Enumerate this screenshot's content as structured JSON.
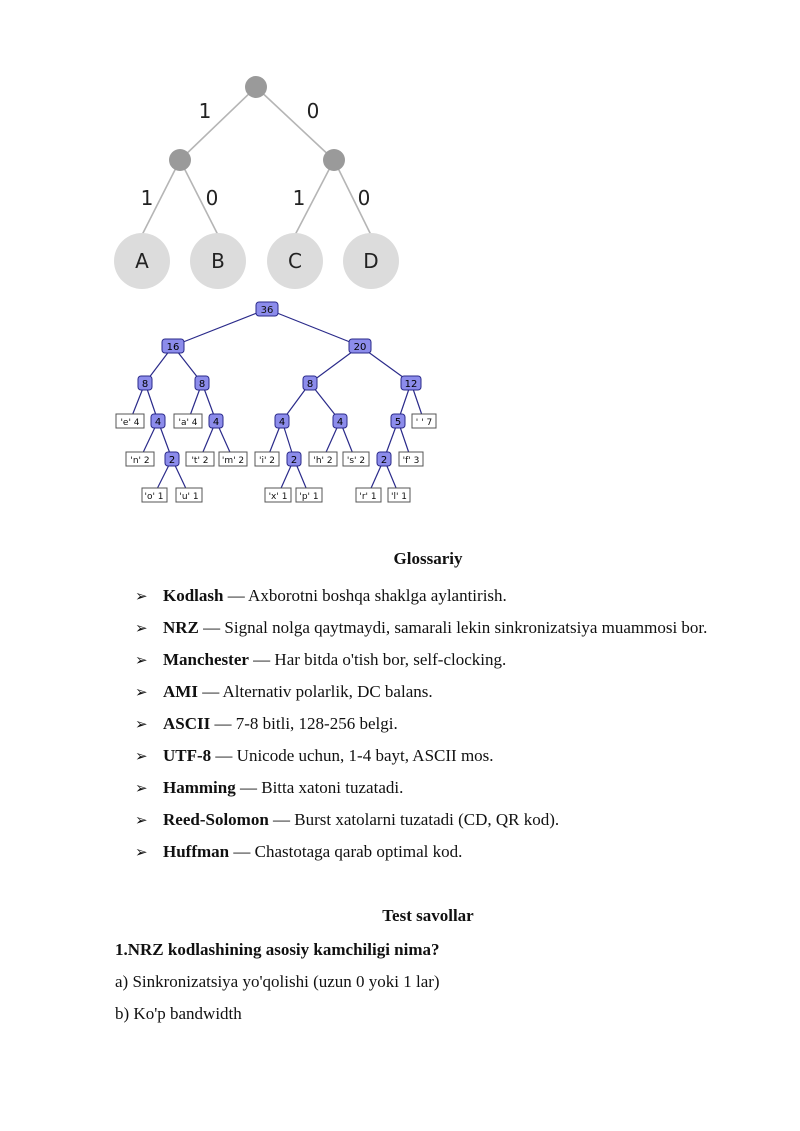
{
  "tree1": {
    "edge_labels": [
      "1",
      "0",
      "1",
      "0",
      "1",
      "0"
    ],
    "leaves": [
      "A",
      "B",
      "C",
      "D"
    ]
  },
  "tree2": {
    "root": "36",
    "level1": [
      "16",
      "20"
    ],
    "level2": [
      "8",
      "8",
      "8",
      "12"
    ],
    "level3_internal": [
      "4",
      "4",
      "4",
      "4",
      "5"
    ],
    "leaves_row3": [
      "'e' 4",
      "'a' 4",
      "' ' 7"
    ],
    "level4_internal": [
      "2",
      "2",
      "2"
    ],
    "leaves_row4": [
      "'n' 2",
      "'t' 2",
      "'m' 2",
      "'i' 2",
      "'h' 2",
      "'s' 2",
      "'f' 3"
    ],
    "leaves_row5": [
      "'o' 1",
      "'u' 1",
      "'x' 1",
      "'p' 1",
      "'r' 1",
      "'l' 1"
    ]
  },
  "glossary": {
    "title": "Glossariy",
    "items": [
      {
        "term": "Kodlash",
        "text": " — Axborotni boshqa shaklga aylantirish."
      },
      {
        "term": "NRZ",
        "text": " — Signal nolga qaytmaydi, samarali lekin sinkronizatsiya muammosi bor."
      },
      {
        "term": "Manchester",
        "text": " — Har bitda o'tish bor, self-clocking."
      },
      {
        "term": "AMI",
        "text": " — Alternativ polarlik, DC balans."
      },
      {
        "term": "ASCII",
        "text": " — 7-8 bitli, 128-256 belgi."
      },
      {
        "term": "UTF-8",
        "text": " — Unicode uchun, 1-4 bayt, ASCII mos."
      },
      {
        "term": "Hamming",
        "text": " — Bitta xatoni tuzatadi."
      },
      {
        "term": "Reed-Solomon",
        "text": " — Burst xatolarni tuzatadi (CD, QR kod)."
      },
      {
        "term": "Huffman",
        "text": " — Chastotaga qarab optimal kod."
      }
    ]
  },
  "test": {
    "title": "Test savollar",
    "q1": "1.NRZ kodlashining asosiy kamchiligi nima?",
    "q1_a": "a) Sinkronizatsiya yo'qolishi (uzun 0 yoki 1 lar)",
    "q1_b": "b) Ko'p bandwidth"
  }
}
